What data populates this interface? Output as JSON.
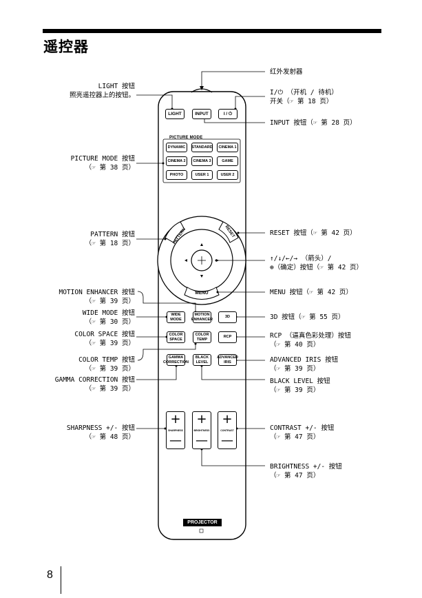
{
  "page": {
    "title": "遥控器",
    "page_number": "8"
  },
  "remote": {
    "top_buttons": [
      "LIGHT",
      "INPUT",
      "I / ⏻"
    ],
    "picture_mode_caption": "PICTURE MODE",
    "picture_mode_buttons": [
      "DYNAMIC",
      "STANDARD",
      "CINEMA 1",
      "CINEMA 2",
      "CINEMA 3",
      "GAME",
      "PHOTO",
      "USER 1",
      "USER 2"
    ],
    "pattern_label": "PATTERN",
    "reset_label": "RESET",
    "menu_label": "MENU",
    "function_buttons": [
      "WIDE MODE",
      "MOTION ENHANCER",
      "3D",
      "COLOR SPACE",
      "COLOR TEMP",
      "RCP",
      "GAMMA CORRECTION",
      "BLACK LEVEL",
      "ADVANCED IRIS"
    ],
    "rocker_labels": [
      "SHARPNESS",
      "BRIGHTNESS",
      "CONTRAST"
    ],
    "rocker_plus": "+",
    "rocker_minus": "—",
    "brand_label": "PROJECTOR"
  },
  "callouts_left": {
    "light": [
      "LIGHT 按钮",
      "照亮遥控器上的按钮。"
    ],
    "picture_mode": [
      "PICTURE MODE 按钮",
      "（☞ 第 38 页）"
    ],
    "pattern": [
      "PATTERN 按钮",
      "（☞ 第 18 页）"
    ],
    "motion_enhancer": [
      "MOTION ENHANCER 按钮",
      "（☞ 第 39 页）"
    ],
    "wide_mode": [
      "WIDE MODE 按钮",
      "（☞ 第 30 页）"
    ],
    "color_space": [
      "COLOR SPACE 按钮",
      "（☞ 第 39 页）"
    ],
    "color_temp": [
      "COLOR TEMP 按钮",
      "（☞ 第 39 页）"
    ],
    "gamma": [
      "GAMMA CORRECTION 按钮",
      "（☞ 第 39 页）"
    ],
    "sharpness": [
      "SHARPNESS +/- 按钮",
      "（☞ 第 48 页）"
    ]
  },
  "callouts_right": {
    "ir": [
      "红外发射器"
    ],
    "power": [
      "I/⏻ （开机 / 待机）",
      "开关（☞ 第 18 页）"
    ],
    "input": [
      "INPUT 按钮（☞ 第 28 页）"
    ],
    "reset": [
      "RESET 按钮（☞ 第 42 页）"
    ],
    "arrows": [
      "↑/↓/←/→ （箭头）/",
      "⊕（确定）按钮（☞ 第 42 页）"
    ],
    "menu": [
      "MENU 按钮（☞ 第 42 页）"
    ],
    "three_d": [
      "3D 按钮（☞ 第 55 页）"
    ],
    "rcp": [
      "RCP （逼真色彩处理）按钮",
      "（☞ 第 40 页）"
    ],
    "advanced_iris": [
      "ADVANCED IRIS 按钮",
      "（☞ 第 39 页）"
    ],
    "black_level": [
      "BLACK LEVEL 按钮",
      "（☞ 第 39 页）"
    ],
    "contrast": [
      "CONTRAST +/- 按钮",
      "（☞ 第 47 页）"
    ],
    "brightness": [
      "BRIGHTNESS +/- 按钮",
      "（☞ 第 47 页）"
    ]
  }
}
